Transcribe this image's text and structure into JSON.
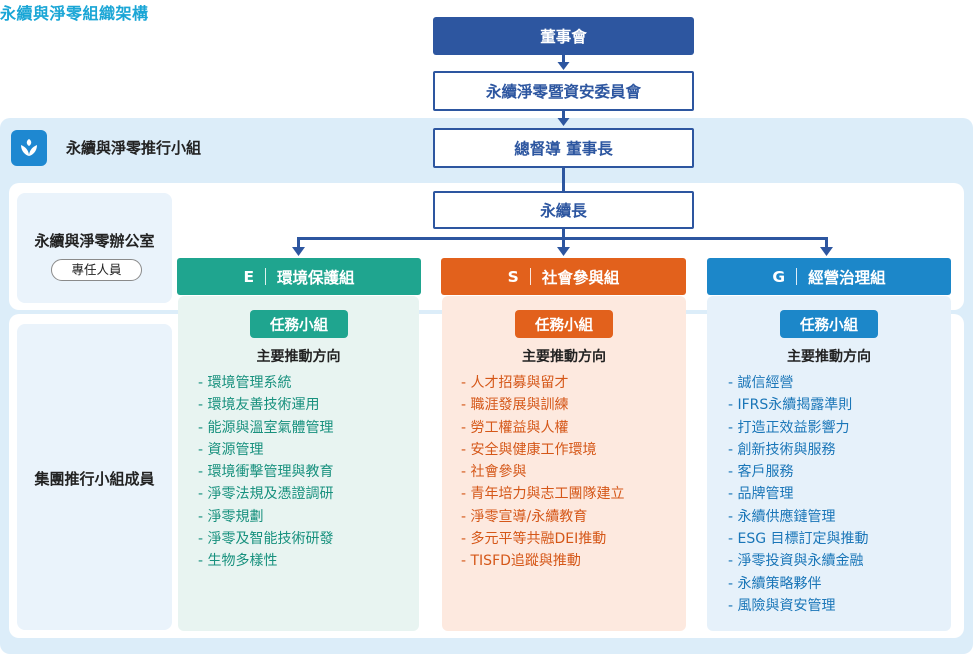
{
  "page_title": "永續與淨零組織架構",
  "board": "董事會",
  "committee": "永續淨零暨資安委員會",
  "task_force": {
    "title": "永續與淨零推行小組",
    "icon": "leaf-icon"
  },
  "supervisor": "總督導 董事長",
  "cso": "永續長",
  "office": {
    "label": "永續與淨零辦公室",
    "staff": "專任人員"
  },
  "members_label": "集團推行小組成員",
  "colors": {
    "navy": "#2d56a0",
    "e_green": "#1fa58f",
    "s_orange": "#e2611c",
    "g_blue": "#1c87c9",
    "band": "#dcedf9",
    "title_cyan": "#1aa6d6"
  },
  "groups": [
    {
      "letter": "E",
      "name": "環境保護組",
      "task": "任務小組",
      "direction": "主要推動方向",
      "items": [
        "- 環境管理系統",
        "- 環境友善技術運用",
        "- 能源與溫室氣體管理",
        "- 資源管理",
        "- 環境衝擊管理與教育",
        "- 淨零法規及憑證調研",
        "- 淨零規劃",
        "- 淨零及智能技術研發",
        "- 生物多樣性"
      ]
    },
    {
      "letter": "S",
      "name": "社會參與組",
      "task": "任務小組",
      "direction": "主要推動方向",
      "items": [
        "- 人才招募與留才",
        "- 職涯發展與訓練",
        "- 勞工權益與人權",
        "- 安全與健康工作環境",
        "- 社會參與",
        "- 青年培力與志工團隊建立",
        "- 淨零宣導/永續教育",
        "- 多元平等共融DEI推動",
        "- TISFD追蹤與推動"
      ]
    },
    {
      "letter": "G",
      "name": "經營治理組",
      "task": "任務小組",
      "direction": "主要推動方向",
      "items": [
        "- 誠信經營",
        "- IFRS永續揭露準則",
        "- 打造正效益影響力",
        "- 創新技術與服務",
        "- 客戶服務",
        "- 品牌管理",
        "- 永續供應鏈管理",
        "- ESG 目標訂定與推動",
        "- 淨零投資與永續金融",
        "- 永續策略夥伴",
        "- 風險與資安管理"
      ]
    }
  ]
}
